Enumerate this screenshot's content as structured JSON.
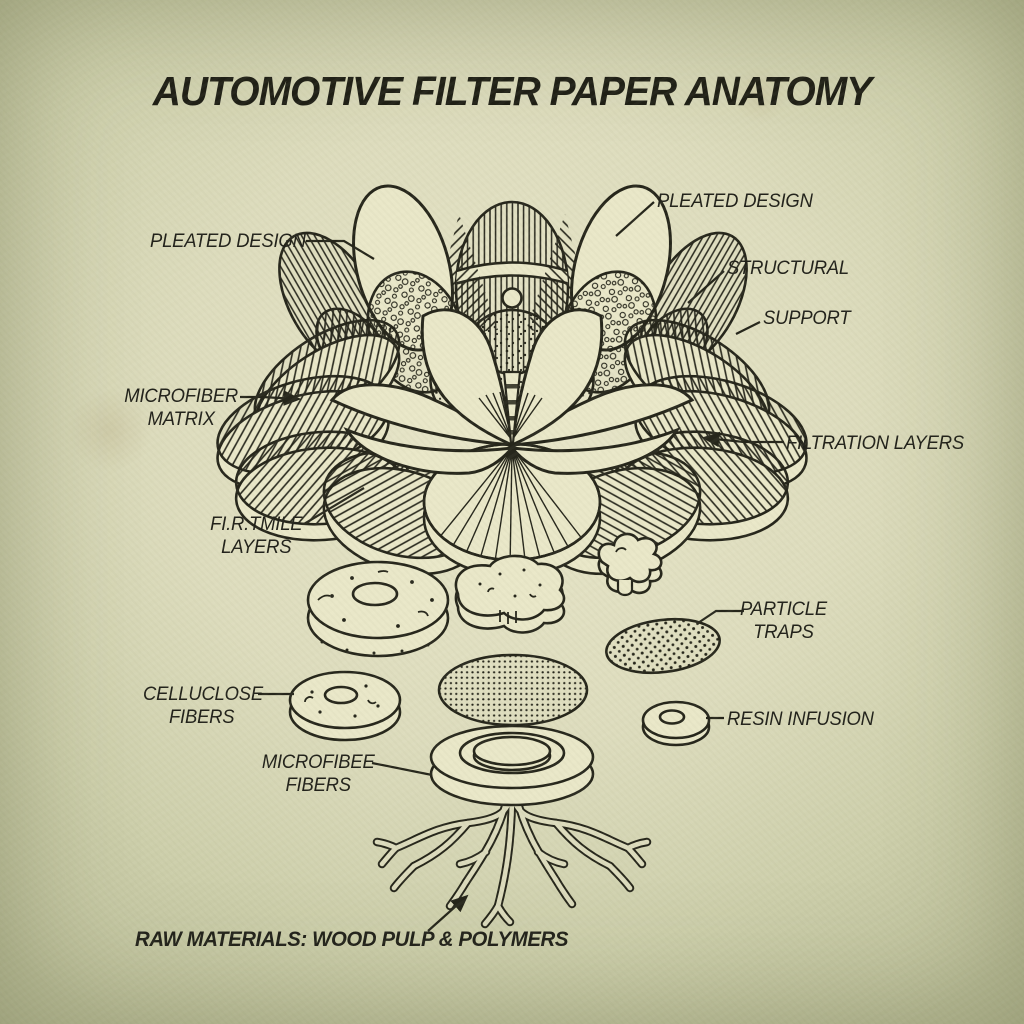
{
  "title": "AUTOMOTIVE FILTER PAPER ANATOMY",
  "colors": {
    "background_center": "#e8e6c9",
    "background_edge": "#bdc09b",
    "ink": "#26261b",
    "paper_fill": "#e9e7c8"
  },
  "labels": {
    "pleated_design_left": "PLEATED DESIGN",
    "pleated_design_right": "PLEATED DESIGN",
    "structural": "STRUCTURAL",
    "support": "SUPPORT",
    "microfiber_matrix_line1": "MICROFIBER",
    "microfiber_matrix_line2": "MATRIX",
    "filtration_left_line1": "FI.R.TMILE",
    "filtration_left_line2": "LAYERS",
    "filtration_layers_right": "FILTRATION LAYERS",
    "particle_traps_line1": "PARTICLE",
    "particle_traps_line2": "TRAPS",
    "celluclose_line1": "CELLUCLOSE",
    "celluclose_line2": "FIBERS",
    "microfibee_line1": "MICROFIBEE",
    "microfibee_line2": "FIBERS",
    "resin_infusion": "RESIN INFUSION",
    "raw_materials": "RAW MATERIALS: WOOD PULP & POLYMERS"
  },
  "illustration_parts": [
    "pleated-filter-lotus",
    "cellulose-fiber-disc",
    "cellulose-fiber-disc-small",
    "fiber-blob-fragment",
    "polymer-fragment",
    "particle-trap-pad",
    "microfiber-mesh-pad",
    "filter-media-ring",
    "resin-washer",
    "wood-pulp-root-system"
  ]
}
